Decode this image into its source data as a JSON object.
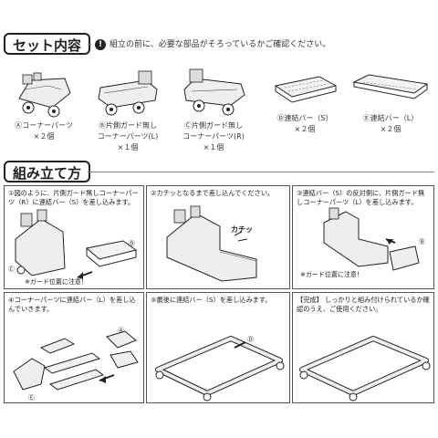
{
  "set": {
    "title": "セット内容",
    "note": "組立の前に、必要な部品がそろっているかご確認ください。",
    "parts": [
      {
        "label": "Ⓐコーナーパーツ\n×２個"
      },
      {
        "label": "Ⓑ片側ガード無し\nコーナーパーツ(L)\n×１個"
      },
      {
        "label": "Ⓒ片側ガード無し\nコーナーパーツ(R)\n×１個"
      },
      {
        "label": "Ⓓ連結バー（S）\n×２個"
      },
      {
        "label": "Ⓔ連結バー（L）\n×２個"
      }
    ]
  },
  "assembly": {
    "title": "組み立て方",
    "steps": [
      {
        "text": "①図のように、片側ガード無しコーナーパーツ（R）に連結バー（S）を差し込みます。",
        "extra": "※ガード位置に注意！",
        "callout": "Ⓓ",
        "callout2": "Ⓒ"
      },
      {
        "text": "②カチッとなるまで差し込んでください。",
        "sound": "カチッ"
      },
      {
        "text": "③連結バー（S）の反対側に、片側ガード無しコーナーパーツ（L）を差し込みます。",
        "extra": "※ガード位置に注意！",
        "callout": "Ⓑ"
      },
      {
        "text": "④コーナーパーツに連結バー（L）を差し込んでいきます。",
        "callout": "Ⓐ",
        "callout2": "Ⓔ"
      },
      {
        "text": "⑤最後に連結バー（S）を差し込みます。",
        "callout": "Ⓓ"
      },
      {
        "text": "【完成】 しっかりと組み付けられているか確認のうえ、ご使用ください。"
      }
    ]
  }
}
